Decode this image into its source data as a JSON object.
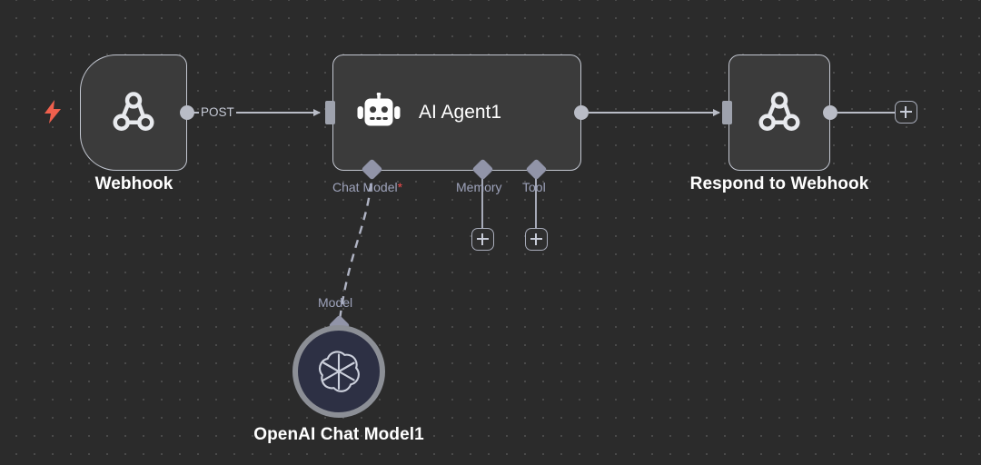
{
  "canvas": {
    "background_color": "#2b2b2b",
    "grid_dot_color": "#4a4a4a",
    "accent_node_border": "#c3c7d1",
    "accent_required": "#ef4b4b",
    "accent_trigger_bolt": "#f0604d"
  },
  "nodes": [
    {
      "id": "webhook",
      "title": "Webhook",
      "icon": "webhook-icon",
      "shape": "trigger"
    },
    {
      "id": "ai-agent",
      "title": "AI Agent1",
      "icon": "robot-icon",
      "shape": "wide"
    },
    {
      "id": "respond-to-webhook",
      "title": "Respond to Webhook",
      "icon": "webhook-icon",
      "shape": "square"
    },
    {
      "id": "openai-chat-model",
      "title": "OpenAI Chat Model1",
      "icon": "openai-icon",
      "shape": "circle"
    }
  ],
  "ports": {
    "chat_model": "Chat Model",
    "chat_model_required_marker": "*",
    "memory": "Memory",
    "tool": "Tool",
    "model": "Model"
  },
  "connections": {
    "webhook_to_agent_label": "POST"
  },
  "buttons": {
    "add_memory": "+",
    "add_tool": "+",
    "add_after_respond": "+"
  },
  "trigger_indicator": "lightning-bolt"
}
